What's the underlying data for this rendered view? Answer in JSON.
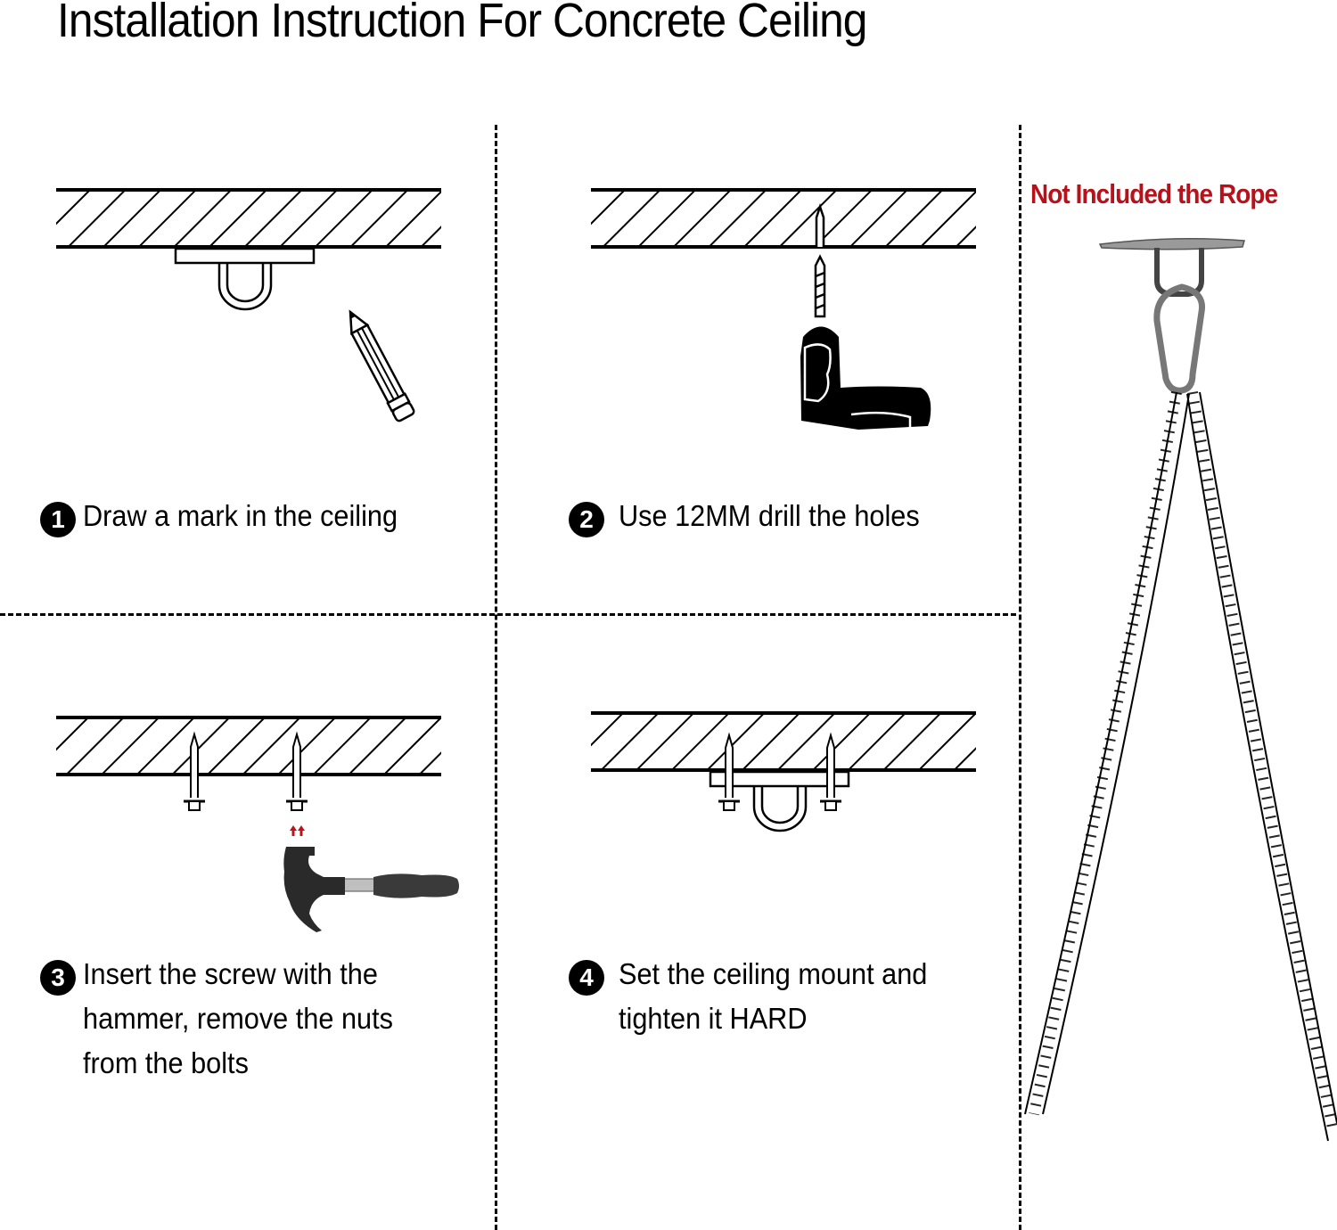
{
  "title": "Installation Instruction For Concrete Ceiling",
  "note": "Not Included the Rope",
  "colors": {
    "note": "#b5121b",
    "arrows": "#c0101a",
    "ink": "#000000"
  },
  "steps": [
    {
      "number": "1",
      "lines": [
        "Draw a mark in the ceiling"
      ],
      "illustration": "pencil-marking-ceiling-mount"
    },
    {
      "number": "2",
      "lines": [
        "Use 12MM drill the holes"
      ],
      "illustration": "drill-into-ceiling"
    },
    {
      "number": "3",
      "lines": [
        "Insert the screw with the",
        "hammer, remove the nuts",
        "from the bolts"
      ],
      "illustration": "hammer-inserting-bolts"
    },
    {
      "number": "4",
      "lines": [
        "Set the ceiling mount and",
        "tighten it HARD"
      ],
      "illustration": "mount-bolted-to-ceiling"
    }
  ],
  "product_photo": "ceiling-mount-with-carabiner-and-rope"
}
